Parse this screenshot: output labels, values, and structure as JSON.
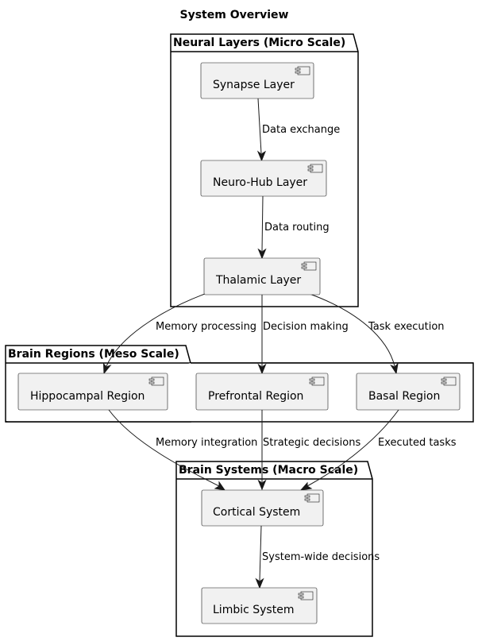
{
  "diagram": {
    "title": "System Overview",
    "packages": {
      "micro": {
        "title": "Neural Layers (Micro Scale)"
      },
      "meso": {
        "title": "Brain Regions (Meso Scale)"
      },
      "macro": {
        "title": "Brain Systems (Macro Scale)"
      }
    },
    "components": {
      "synapse": "Synapse Layer",
      "neurohub": "Neuro-Hub Layer",
      "thalamic": "Thalamic Layer",
      "hippocampal": "Hippocampal Region",
      "prefrontal": "Prefrontal Region",
      "basal": "Basal Region",
      "cortical": "Cortical System",
      "limbic": "Limbic System"
    },
    "edges": [
      {
        "from": "Synapse Layer",
        "to": "Neuro-Hub Layer",
        "label": "Data exchange"
      },
      {
        "from": "Neuro-Hub Layer",
        "to": "Thalamic Layer",
        "label": "Data routing"
      },
      {
        "from": "Thalamic Layer",
        "to": "Hippocampal Region",
        "label": "Memory processing"
      },
      {
        "from": "Thalamic Layer",
        "to": "Prefrontal Region",
        "label": "Decision making"
      },
      {
        "from": "Thalamic Layer",
        "to": "Basal Region",
        "label": "Task execution"
      },
      {
        "from": "Hippocampal Region",
        "to": "Cortical System",
        "label": "Memory integration"
      },
      {
        "from": "Prefrontal Region",
        "to": "Cortical System",
        "label": "Strategic decisions"
      },
      {
        "from": "Basal Region",
        "to": "Cortical System",
        "label": "Executed tasks"
      },
      {
        "from": "Cortical System",
        "to": "Limbic System",
        "label": "System-wide decisions"
      }
    ]
  }
}
